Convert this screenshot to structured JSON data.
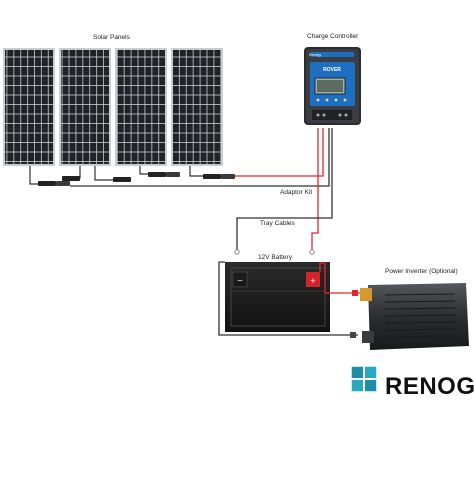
{
  "labels": {
    "solar_panels": "Solar Panels",
    "charge_controller": "Charge Controller",
    "adaptor_kit": "Adaptor Kit",
    "tray_cables": "Tray Cables",
    "battery": "12V Battery",
    "inverter": "Power Inverter (Optional)"
  },
  "controller": {
    "brand": "Renogy",
    "model": "ROVER"
  },
  "logo": {
    "text": "RENOGY"
  },
  "colors": {
    "panel_frame": "#c9cdd2",
    "panel_cell": "#1e2026",
    "wire_positive": "#e3262b",
    "wire_negative": "#333333",
    "controller_accent": "#1f6fc0",
    "logo_teal": "#1f8fa8"
  }
}
